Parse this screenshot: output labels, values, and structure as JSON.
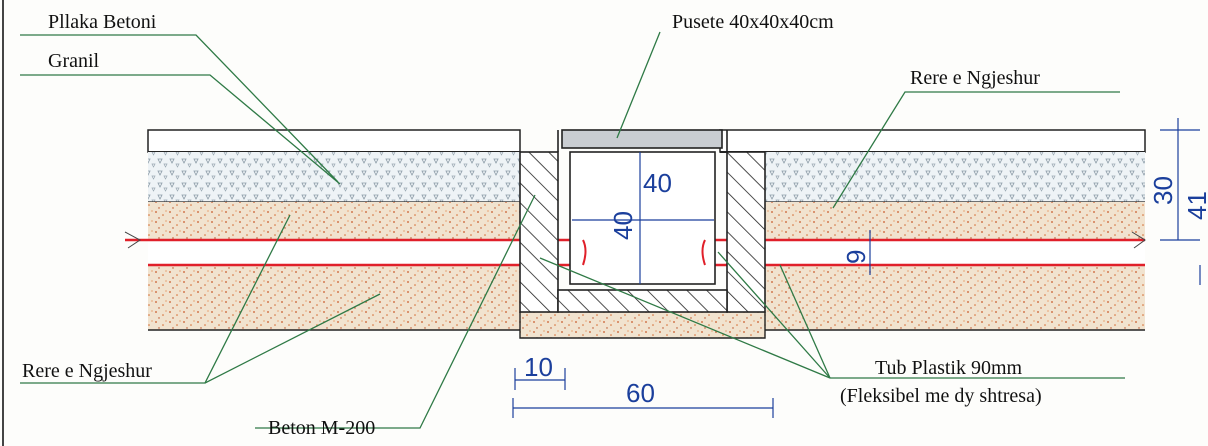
{
  "labels": {
    "pllaka": "Pllaka Betoni",
    "granil": "Granil",
    "pusete": "Pusete 40x40x40cm",
    "rere_top": "Rere e Ngjeshur",
    "rere_left": "Rere e Ngjeshur",
    "beton": "Beton M-200",
    "tub_1": "Tub Plastik 90mm",
    "tub_2": "(Fleksibel me dy shtresa)"
  },
  "dimensions": {
    "inner_width": "40",
    "inner_height": "40",
    "wall": "10",
    "total_width": "60",
    "pipe": "9",
    "depth_30": "30",
    "depth_41": "41"
  },
  "colors": {
    "sand": "#f1e3cf",
    "gravel": "#e8eef2",
    "pipe": "#e0202a",
    "dimension": "#1b3f9c",
    "leader": "#2f7a46",
    "line": "#222222"
  }
}
